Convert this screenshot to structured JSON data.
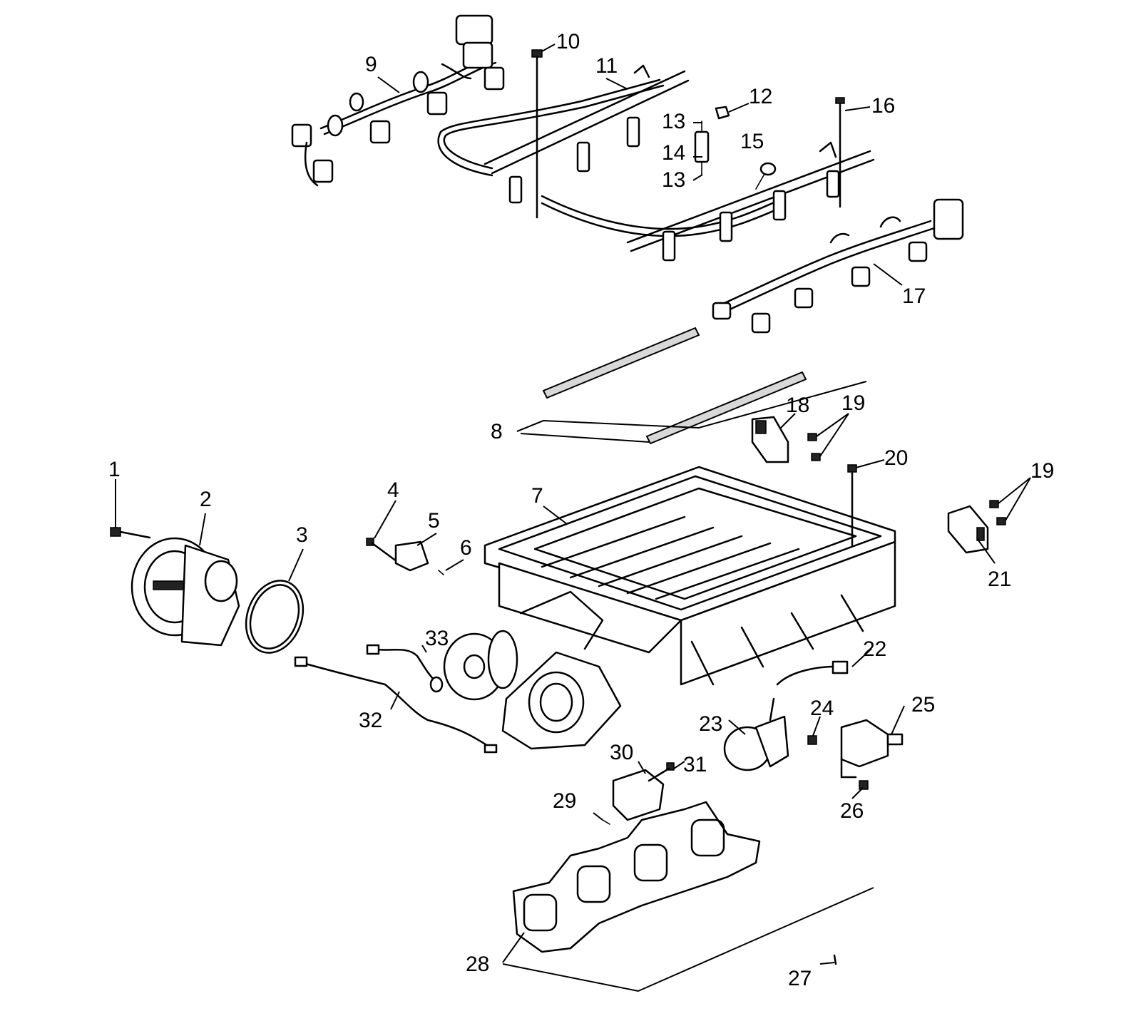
{
  "callouts": [
    {
      "id": "c1",
      "label": "1"
    },
    {
      "id": "c2",
      "label": "2"
    },
    {
      "id": "c3",
      "label": "3"
    },
    {
      "id": "c4",
      "label": "4"
    },
    {
      "id": "c5",
      "label": "5"
    },
    {
      "id": "c6",
      "label": "6"
    },
    {
      "id": "c7",
      "label": "7"
    },
    {
      "id": "c8",
      "label": "8"
    },
    {
      "id": "c9",
      "label": "9"
    },
    {
      "id": "c10",
      "label": "10"
    },
    {
      "id": "c11",
      "label": "11"
    },
    {
      "id": "c12",
      "label": "12"
    },
    {
      "id": "c13a",
      "label": "13"
    },
    {
      "id": "c13b",
      "label": "13"
    },
    {
      "id": "c14",
      "label": "14"
    },
    {
      "id": "c15",
      "label": "15"
    },
    {
      "id": "c16",
      "label": "16"
    },
    {
      "id": "c17",
      "label": "17"
    },
    {
      "id": "c18",
      "label": "18"
    },
    {
      "id": "c19a",
      "label": "19"
    },
    {
      "id": "c19b",
      "label": "19"
    },
    {
      "id": "c20",
      "label": "20"
    },
    {
      "id": "c21",
      "label": "21"
    },
    {
      "id": "c22",
      "label": "22"
    },
    {
      "id": "c23",
      "label": "23"
    },
    {
      "id": "c24",
      "label": "24"
    },
    {
      "id": "c25",
      "label": "25"
    },
    {
      "id": "c26",
      "label": "26"
    },
    {
      "id": "c27",
      "label": "27"
    },
    {
      "id": "c28",
      "label": "28"
    },
    {
      "id": "c29",
      "label": "29"
    },
    {
      "id": "c30",
      "label": "30"
    },
    {
      "id": "c31",
      "label": "31"
    },
    {
      "id": "c32",
      "label": "32"
    },
    {
      "id": "c33",
      "label": "33"
    }
  ]
}
